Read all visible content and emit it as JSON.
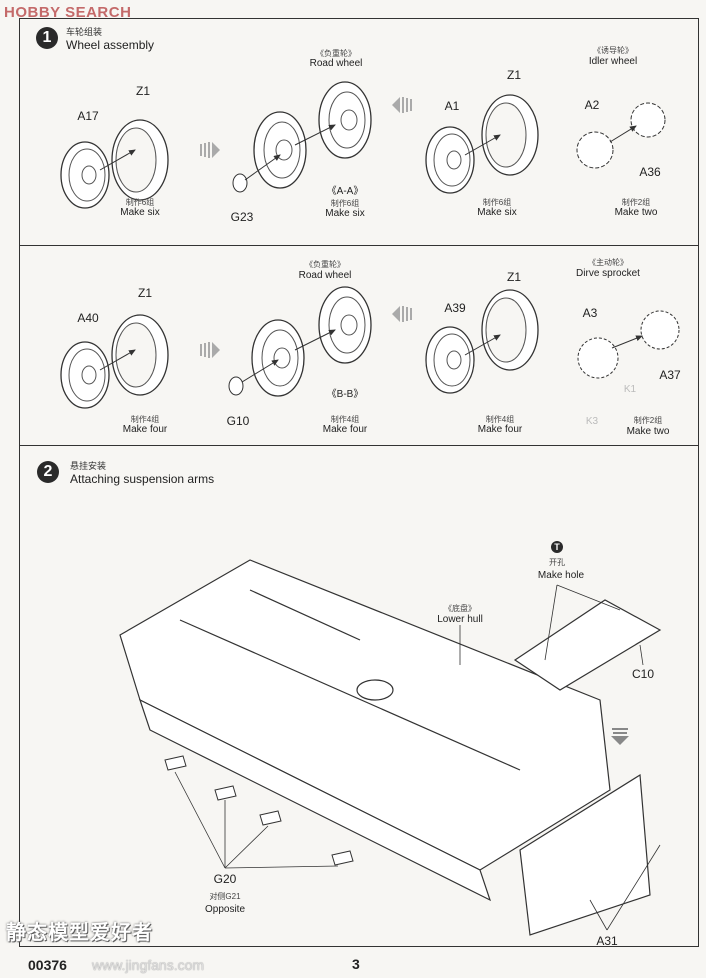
{
  "watermarks": {
    "top": "HOBBY SEARCH",
    "bottom_cn": "静态模型爱好者",
    "bottom_url": "www.jingfans.com"
  },
  "step1": {
    "number": "1",
    "title_cn": "车轮组装",
    "title": "Wheel assembly",
    "row1": {
      "a17": "A17",
      "z1a": "Z1",
      "make_a_cn": "制作6组",
      "make_a": "Make six",
      "g23": "G23",
      "road_cn": "《负重轮》",
      "road": "Road  wheel",
      "aa": "《A-A》",
      "make_b_cn": "制作6组",
      "make_b": "Make six",
      "a1": "A1",
      "z1b": "Z1",
      "make_c_cn": "制作6组",
      "make_c": "Make six",
      "idler_cn": "《诱导轮》",
      "idler": "Idler wheel",
      "a2": "A2",
      "a36": "A36",
      "make_d_cn": "制作2组",
      "make_d": "Make two"
    },
    "row2": {
      "a40": "A40",
      "z1a": "Z1",
      "make_a_cn": "制作4组",
      "make_a": "Make four",
      "g10": "G10",
      "road_cn": "《负重轮》",
      "road": "Road  wheel",
      "bb": "《B-B》",
      "make_b_cn": "制作4组",
      "make_b": "Make four",
      "a39": "A39",
      "z1b": "Z1",
      "make_c_cn": "制作4组",
      "make_c": "Make four",
      "sprocket_cn": "《主动轮》",
      "sprocket": "Dirve sprocket",
      "a3": "A3",
      "a37": "A37",
      "k1": "K1",
      "k3": "K3",
      "make_d_cn": "制作2组",
      "make_d": "Make two"
    }
  },
  "step2": {
    "number": "2",
    "title_cn": "悬挂安装",
    "title": "Attaching suspension arms",
    "hole_icon": "T",
    "hole_cn": "开孔",
    "hole": "Make hole",
    "hull_cn": "《底盘》",
    "hull": "Lower hull",
    "c10": "C10",
    "g20": "G20",
    "g21_cn": "对侧G21",
    "opposite": "Opposite",
    "a31": "A31"
  },
  "footer": {
    "code": "00376",
    "page": "3"
  }
}
